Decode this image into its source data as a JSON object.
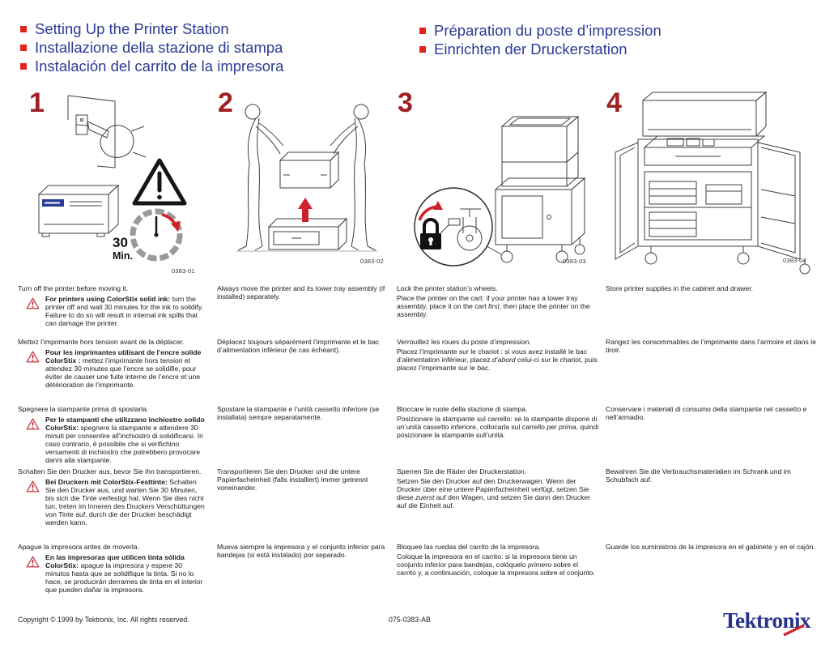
{
  "colors": {
    "title_blue": "#2b3a94",
    "bullet_red": "#e2231a",
    "step_number_red": "#9e2123",
    "warning_red": "#c9444b",
    "logo_blue": "#27348b",
    "logo_slash_red": "#d0242c"
  },
  "header": {
    "left_titles": [
      "Setting Up the Printer Station",
      "Installazione della stazione di stampa",
      "Instalación del carrito de la impresora"
    ],
    "right_titles": [
      "Préparation du poste d’impression",
      "Einrichten der Druckerstation"
    ]
  },
  "steps": {
    "numbers": [
      "1",
      "2",
      "3",
      "4"
    ],
    "captions": [
      "0383-01",
      "0383-02",
      "0383-03",
      "0383-04"
    ],
    "figure1": {
      "wait_value": "30",
      "wait_unit": "Min."
    }
  },
  "instructions": [
    {
      "col1_main": "Turn off the printer before moving it.",
      "col1_warn_bold": "For printers using ColorStix solid ink:",
      "col1_warn_rest": " turn the printer off and wait 30 minutes for the ink to solidify. Failure to do so will result in internal ink spills that can damage the printer.",
      "col2": "Always move the printer and its lower tray assembly (if installed) separately.",
      "col3_p1": "Lock the printer station’s wheels.",
      "col3_p2a": "Place the printer on the cart: if your printer has a lower tray assembly, place it on the cart ",
      "col3_p2_italic": "first",
      "col3_p2b": ", then place the printer on the assembly.",
      "col4": "Store printer supplies in the cabinet and drawer."
    },
    {
      "col1_main": "Mettez l’imprimante hors tension avant de la déplacer.",
      "col1_warn_bold": "Pour les imprimantes utilisant de l’encre solide ColorStix :",
      "col1_warn_rest": " mettez l’imprimante hors tension et attendez 30 minutes que l’encre se solidifie, pour éviter de causer une fuite interne de l’encre et une détérioration de l’imprimante.",
      "col2": "Déplacez toujours séparément l’imprimante et le bac d’alimentation inférieur (le cas échéant).",
      "col3_p1": "Verrouillez les roues du poste d’impression.",
      "col3_p2a": "Placez l’imprimante sur le chariot : si vous avez installé le bac d’alimentation inférieur, placez ",
      "col3_p2_italic": "d’abord",
      "col3_p2b": " celui-ci sur le chariot, puis placez l’imprimante sur le bac.",
      "col4": "Rangez les consommables de l’imprimante dans l’armoire et dans le tiroir."
    },
    {
      "col1_main": "Spegnere la stampante prima di spostarla.",
      "col1_warn_bold": "Per le stampanti che utilizzano inchiostro solido ColorStix:",
      "col1_warn_rest": " spegnere la stampante e attendere 30 minuti per consentire all’inchiostro di solidificarsi. In caso contrario, è possibile che si verifichino versamenti di inchiostro che potrebbero provocare danni alla stampante.",
      "col2": "Spostare la stampante e l’unità cassetto inferiore (se installata) sempre separatamente.",
      "col3_p1": "Bloccare le ruote della stazione di stampa.",
      "col3_p2a": "Posizionare la stampante sul carrello: se la stampante dispone di un’unità cassetto inferiore, collocarla sul carrello ",
      "col3_p2_italic": "per prima",
      "col3_p2b": ", quindi posizionare la stampante sull’unità.",
      "col4": "Conservare i materiali di consumo della stampante nel cassetto e nell’armadio."
    },
    {
      "col1_main": "Schalten Sie den Drucker aus, bevor Sie ihn transportieren.",
      "col1_warn_bold": "Bei Druckern mit ColorStix-Festtinte:",
      "col1_warn_rest": " Schalten Sie den Drucker aus, und warten Sie 30 Minuten, bis sich die Tinte verfestigt hat. Wenn Sie dies nicht tun, treten im Inneren des Druckers Verschüttungen von Tinte auf, durch die der Drucker beschädigt werden kann.",
      "col2": "Transportieren Sie den Drucker und die untere Papierfacheinheit (falls installiert) immer getrennt voneinander.",
      "col3_p1": "Sperren Sie die Räder der Druckerstation.",
      "col3_p2a": "Setzen Sie den Drucker auf den Druckerwagen. Wenn der Drucker über eine untere Papierfacheinheit verfügt, setzen Sie diese ",
      "col3_p2_italic": "zuerst",
      "col3_p2b": " auf den Wagen, und setzen Sie dann den Drucker auf die Einheit auf.",
      "col4": "Bewahren Sie die Verbrauchsmaterialien im Schrank und im Schubfach auf."
    },
    {
      "col1_main": "Apague la impresora antes de moverla.",
      "col1_warn_bold": "En las impresoras que utilicen tinta sólida ColorStix:",
      "col1_warn_rest": " apague la impresora y espere 30 minutos hasta que se solidifique la tinta. Si no lo hace, se producirán derrames de tinta en el interior que pueden dañar la impresora.",
      "col2": "Mueva siempre la impresora y el conjunto inferior para bandejas (si está instalado) por separado.",
      "col3_p1": "Bloquee las ruedas del carrito de la impresora.",
      "col3_p2a": "Coloque la impresora en el carrito: si la impresora tiene un conjunto inferior para bandejas, colóquelo ",
      "col3_p2_italic": "primero",
      "col3_p2b": " sobre el carrito y, a continuación, coloque la impresora sobre el conjunto.",
      "col4": "Guarde los suministros de la impresora en el gabinete y en el cajón."
    }
  ],
  "footer": {
    "copyright": "Copyright © 1999 by Tektronix, Inc.  All rights reserved.",
    "part_number": "075-0383-AB",
    "brand": "Tektronix"
  }
}
